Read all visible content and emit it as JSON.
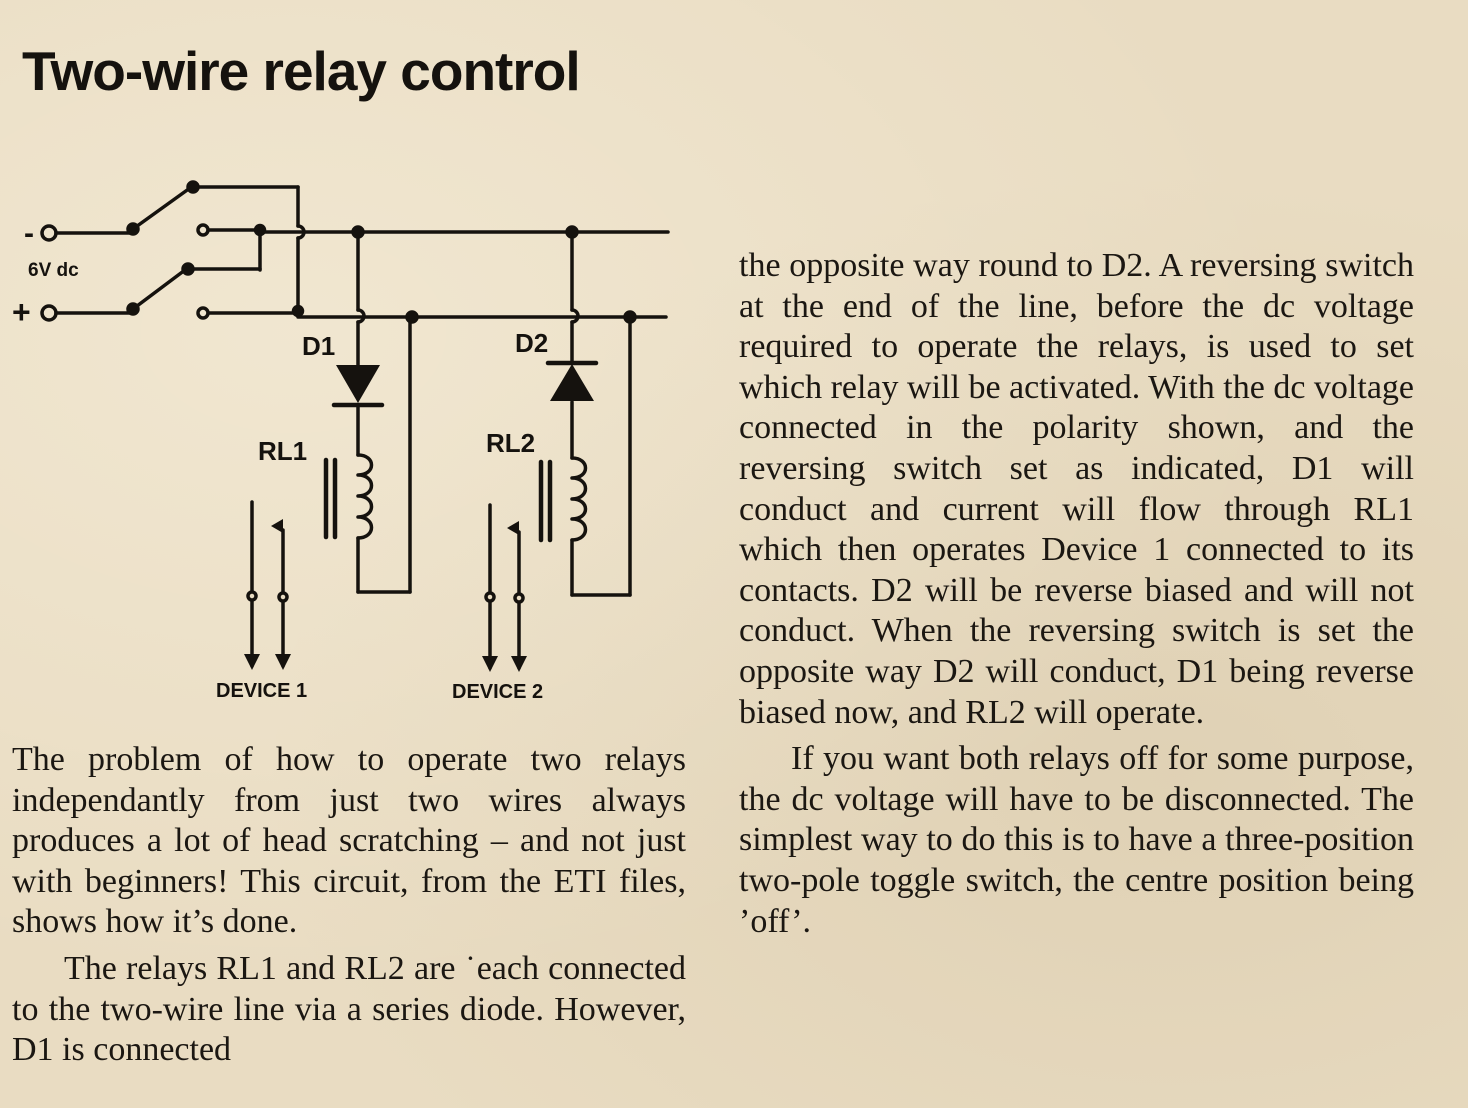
{
  "article": {
    "title": "Two-wire relay control"
  },
  "diagram": {
    "supply_label": "6V dc",
    "minus_label": "-",
    "plus_label": "+",
    "d1_label": "D1",
    "d2_label": "D2",
    "rl1_label": "RL1",
    "rl2_label": "RL2",
    "device1_label": "DEVICE 1",
    "device2_label": "DEVICE 2"
  },
  "body": {
    "left_paragraphs": [
      "The problem of how to operate two relays independantly from just two wires always produces a lot of head scratching – and not just with beginners! This circuit, from the ETI files, shows how it’s done.",
      "The relays RL1 and RL2 are ˙each connected to the two-wire line via a series diode. However, D1 is connected"
    ],
    "right_paragraphs": [
      "the opposite way round to D2. A reversing switch at the end of the line, before the dc voltage required to operate the relays, is used to set which relay will be activated. With the dc voltage connected in the polarity shown, and the reversing switch set as indicated, D1 will conduct and current will flow through RL1 which then operates Device 1 connected to its contacts. D2 will be reverse biased and will not conduct. When the reversing switch is set the opposite way D2 will conduct, D1 being reverse biased now, and RL2 will operate.",
      "If you want both relays off for some purpose, the dc voltage will have to be disconnected. The simplest way to do this is to have a three-position two-pole toggle switch, the centre position being ’off’."
    ]
  },
  "colors": {
    "paper": "#e9dcc2",
    "ink": "#1b1712"
  }
}
